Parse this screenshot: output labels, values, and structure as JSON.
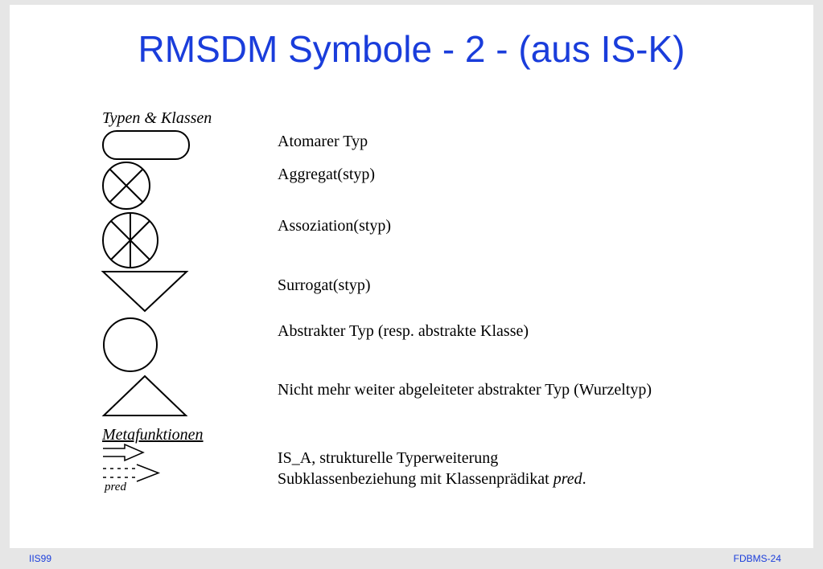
{
  "slide": {
    "title": "RMSDM Symbole - 2 - (aus IS-K)",
    "section_types": "Typen & Klassen",
    "section_meta": "Metafunktionen",
    "items": [
      {
        "symbol": "rounded-rectangle",
        "label": "Atomarer Typ"
      },
      {
        "symbol": "circle-with-x",
        "label": "Aggregat(styp)"
      },
      {
        "symbol": "circle-with-x-and-vertical",
        "label": "Assoziation(styp)"
      },
      {
        "symbol": "downward-triangle",
        "label": "Surrogat(styp)"
      },
      {
        "symbol": "circle",
        "label": "Abstrakter Typ (resp. abstrakte Klasse)"
      },
      {
        "symbol": "upward-triangle",
        "label": "Nicht mehr weiter abgeleiteter abstrakter Typ (Wurzeltyp)"
      }
    ],
    "meta_items": [
      {
        "symbol": "outlined-arrow",
        "label": "IS_A, strukturelle Typerweiterung"
      },
      {
        "symbol": "dashed-arrow",
        "label_prefix": "Subklassenbeziehung mit Klassenprädikat ",
        "label_emph": "pred",
        "label_suffix": ".",
        "arrow_label": "pred"
      }
    ]
  },
  "footer": {
    "left": "IIS99",
    "right": "FDBMS-24"
  },
  "colors": {
    "title": "#1a3ddb",
    "footer": "#1a3ddb",
    "border": "#e6e6e6"
  }
}
